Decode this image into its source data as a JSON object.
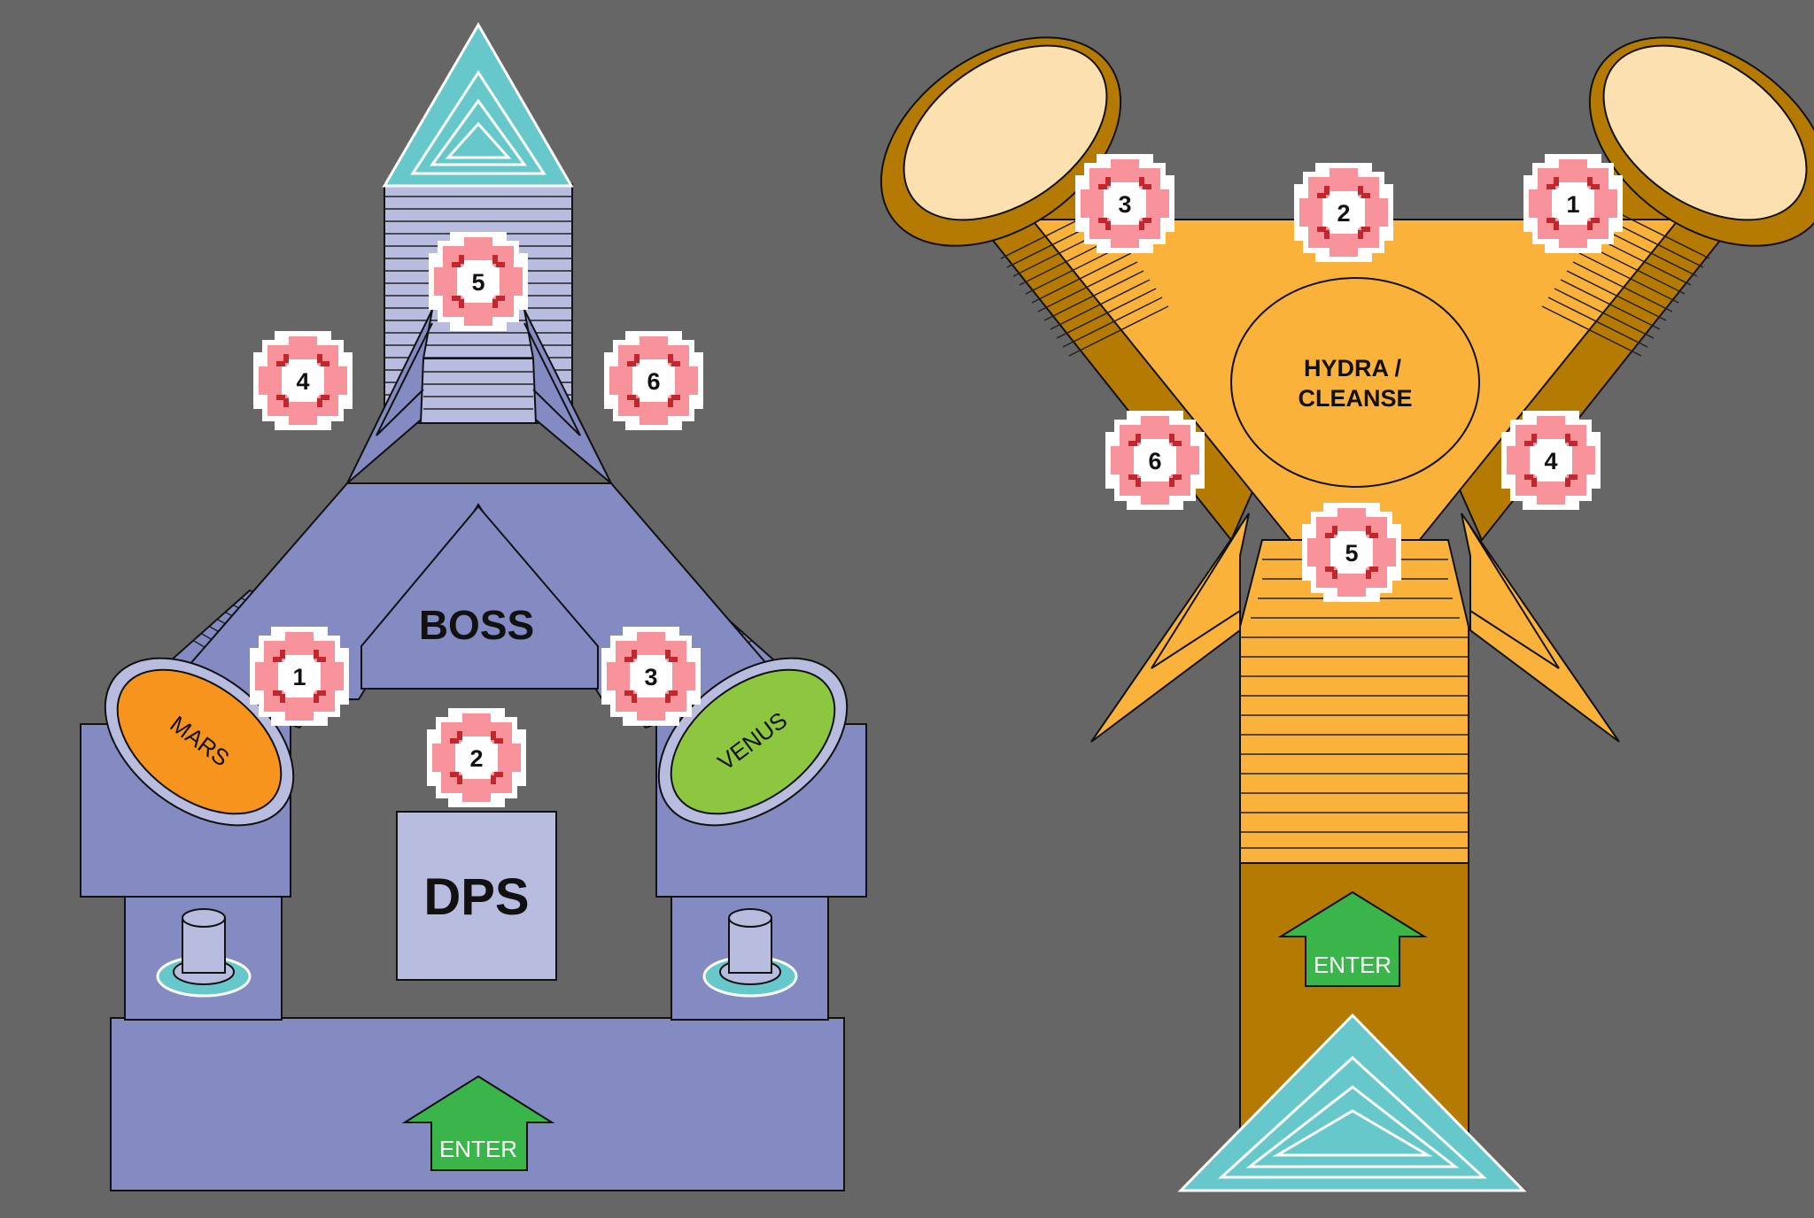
{
  "colors": {
    "background": "#666666",
    "left_floor": "#838bc2",
    "left_stairs": "#b8bcdf",
    "orange_floor": "#fbb23a",
    "orange_dark": "#b47a02",
    "portal_teal": "#66c8cb",
    "mars": "#f7941d",
    "venus": "#8dc63f",
    "arrow_green": "#39b54a",
    "marker_pink": "#f8929b",
    "marker_red": "#c1272d",
    "bowl_inner": "#fde0b0"
  },
  "left_map": {
    "boss_label": "BOSS",
    "dps_label": "DPS",
    "mars_label": "MARS",
    "venus_label": "VENUS",
    "enter_label": "ENTER",
    "markers": [
      {
        "label": "5"
      },
      {
        "label": "4"
      },
      {
        "label": "6"
      },
      {
        "label": "1"
      },
      {
        "label": "3"
      },
      {
        "label": "2"
      }
    ]
  },
  "right_map": {
    "center_label_line1": "HYDRA /",
    "center_label_line2": "CLEANSE",
    "enter_label": "ENTER",
    "markers": [
      {
        "label": "3"
      },
      {
        "label": "2"
      },
      {
        "label": "1"
      },
      {
        "label": "6"
      },
      {
        "label": "4"
      },
      {
        "label": "5"
      }
    ]
  }
}
